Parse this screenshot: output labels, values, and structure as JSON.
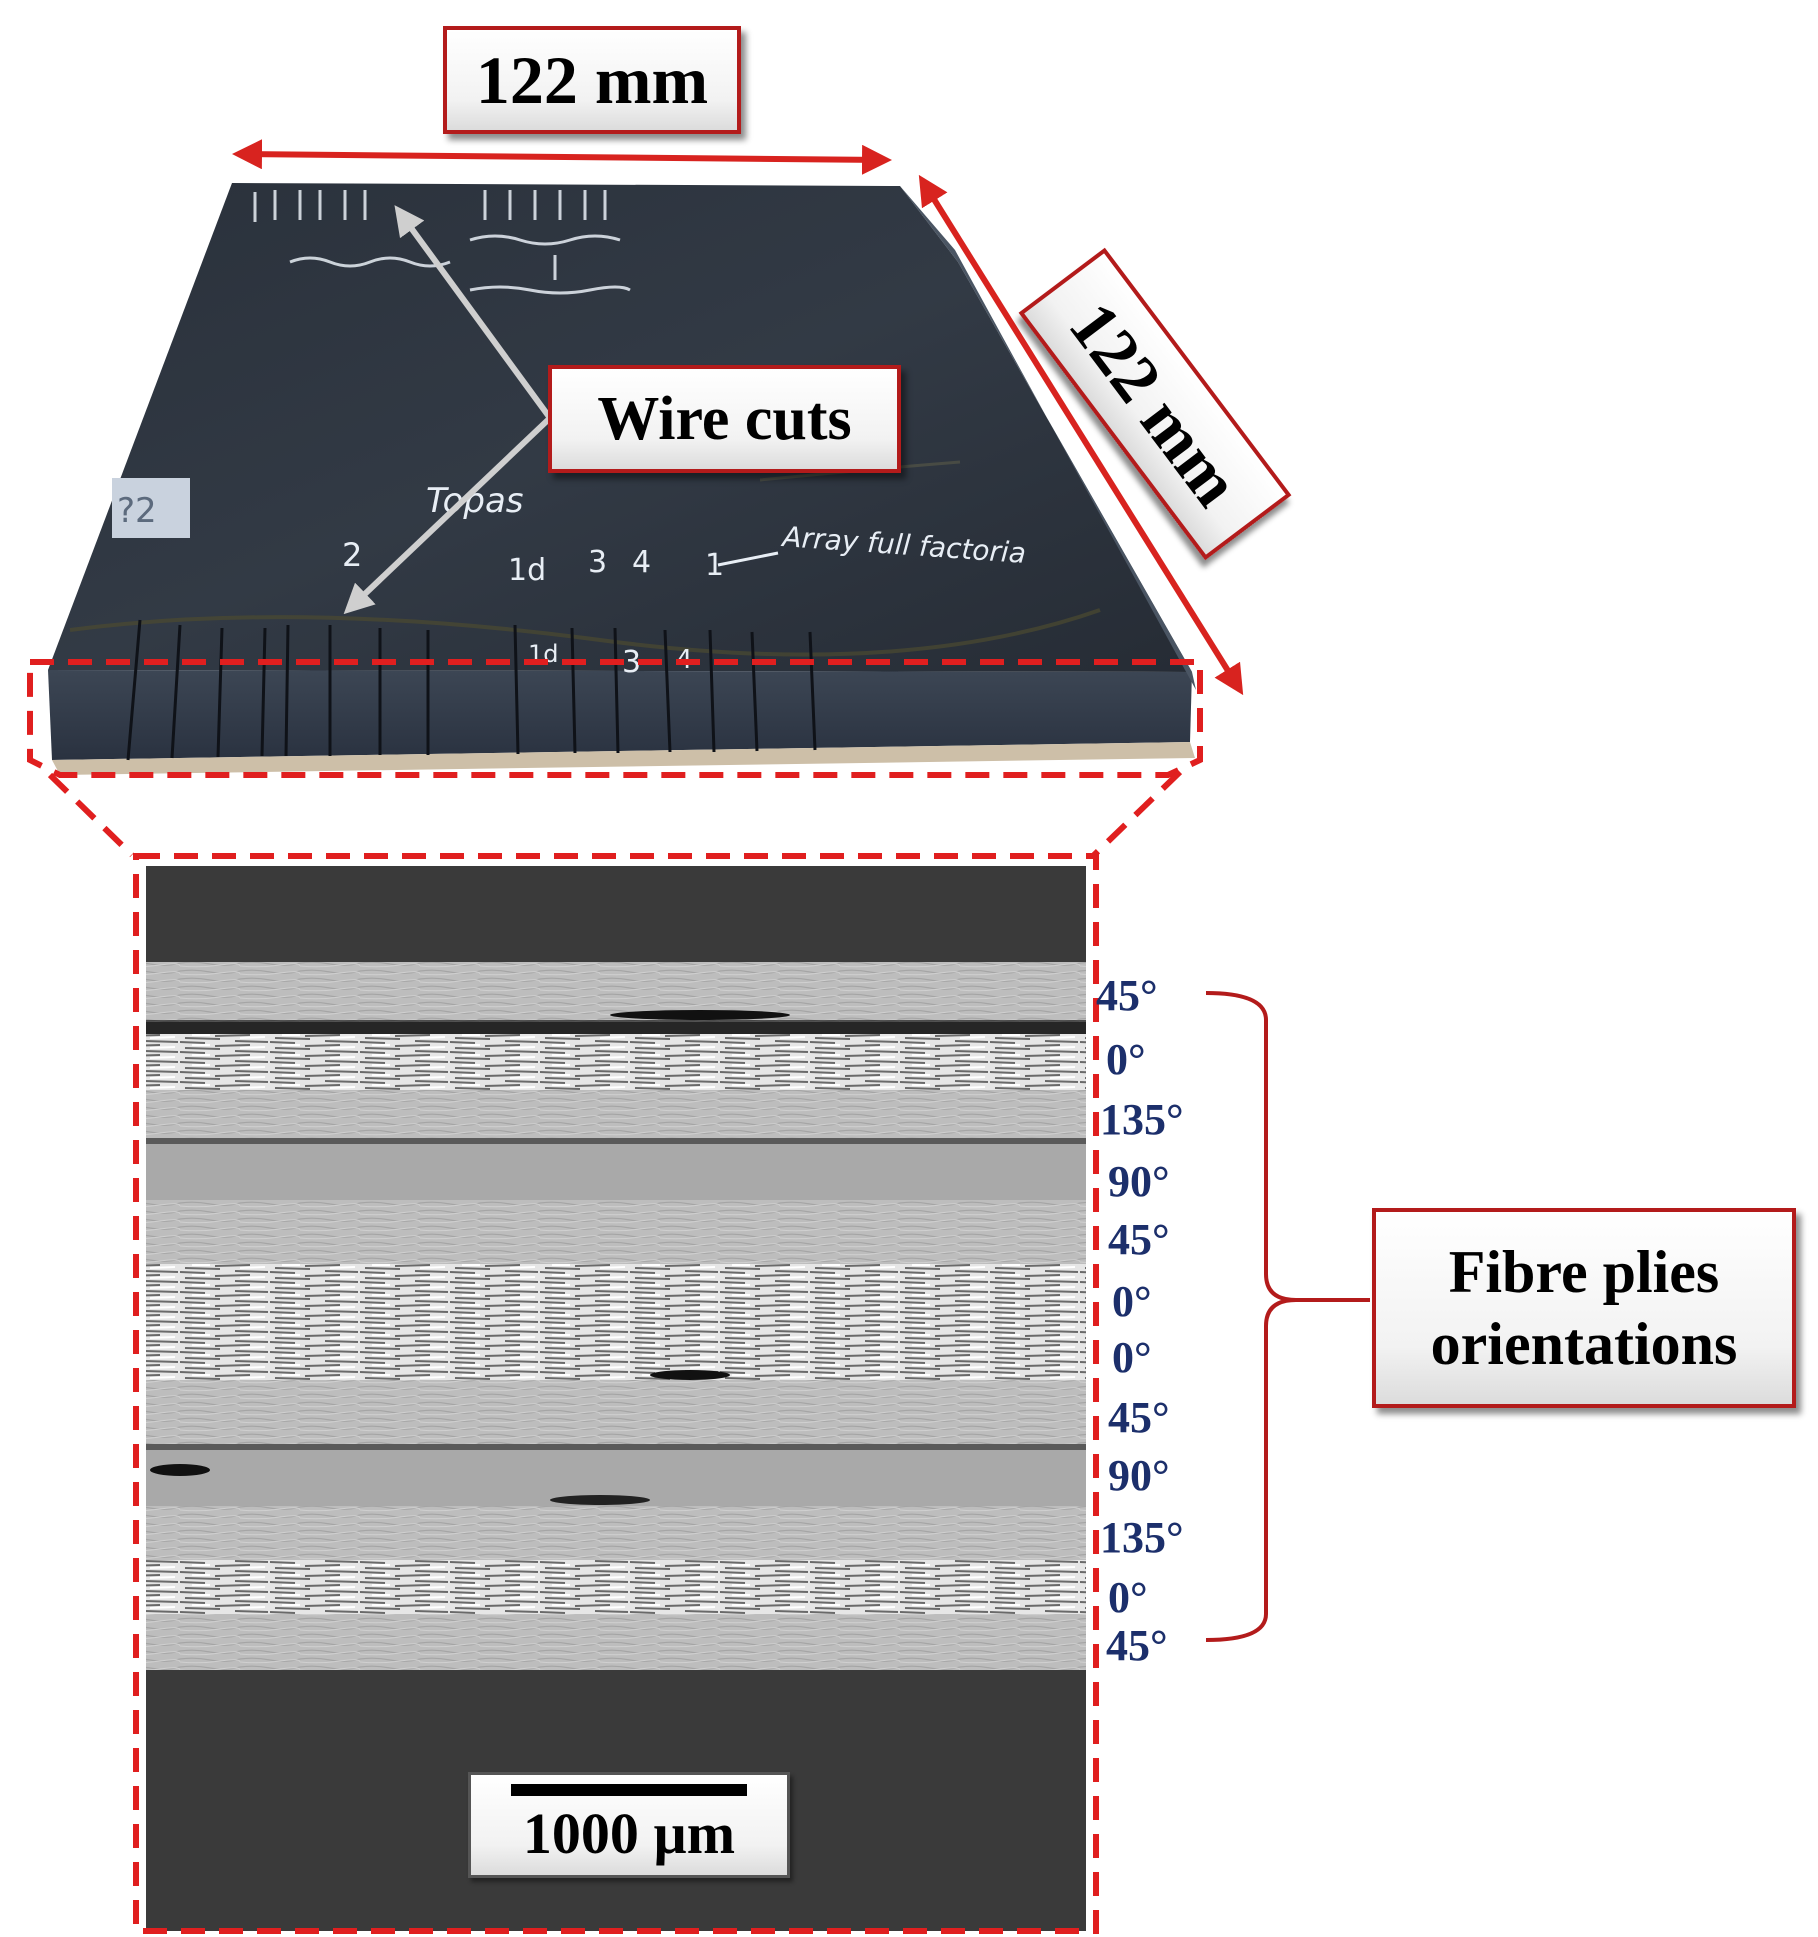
{
  "figure": {
    "top_dimension_label": "122 mm",
    "side_dimension_label": "122 mm",
    "wire_cuts_label": "Wire cuts",
    "plies_label_line1": "Fibre plies",
    "plies_label_line2": "orientations",
    "scale_bar_label": "1000 µm",
    "ply_orientations": [
      "45°",
      "0°",
      "135°",
      "90°",
      "45°",
      "0°",
      "0°",
      "45°",
      "90°",
      "135°",
      "0°",
      "45°"
    ],
    "specimen_handwriting": [
      "Topas",
      "2",
      "1d",
      "3",
      "4",
      "1",
      "Array full factoria",
      "1d",
      "3",
      "4"
    ],
    "colors": {
      "accent_red": "#d8231f",
      "label_blue": "#1c2f6b",
      "mount_dark": "#3a3a3a",
      "specimen_dark": "#2c333d"
    }
  }
}
